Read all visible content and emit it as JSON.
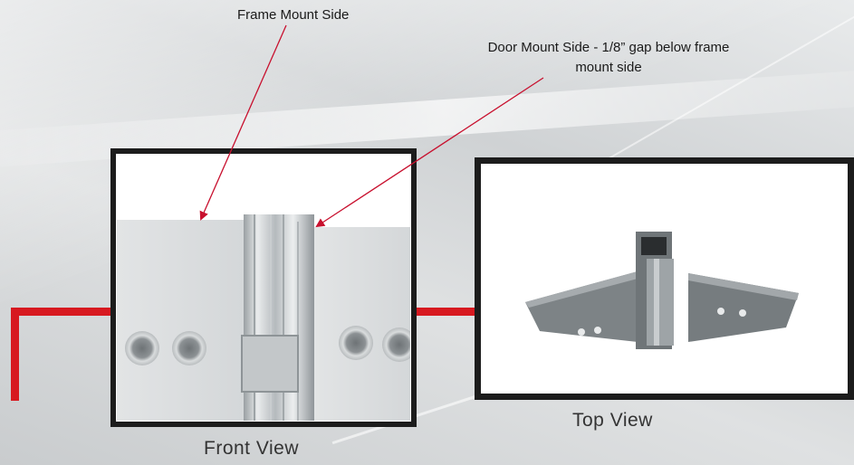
{
  "labels": {
    "frame_mount": "Frame Mount Side",
    "door_mount_line1": "Door Mount Side - 1/8” gap below frame",
    "door_mount_line2": "mount side",
    "front_view": "Front View",
    "top_view": "Top View"
  },
  "colors": {
    "accent_red": "#d71920",
    "frame_black": "#1c1c1c",
    "arrow_red": "#c8102e"
  }
}
